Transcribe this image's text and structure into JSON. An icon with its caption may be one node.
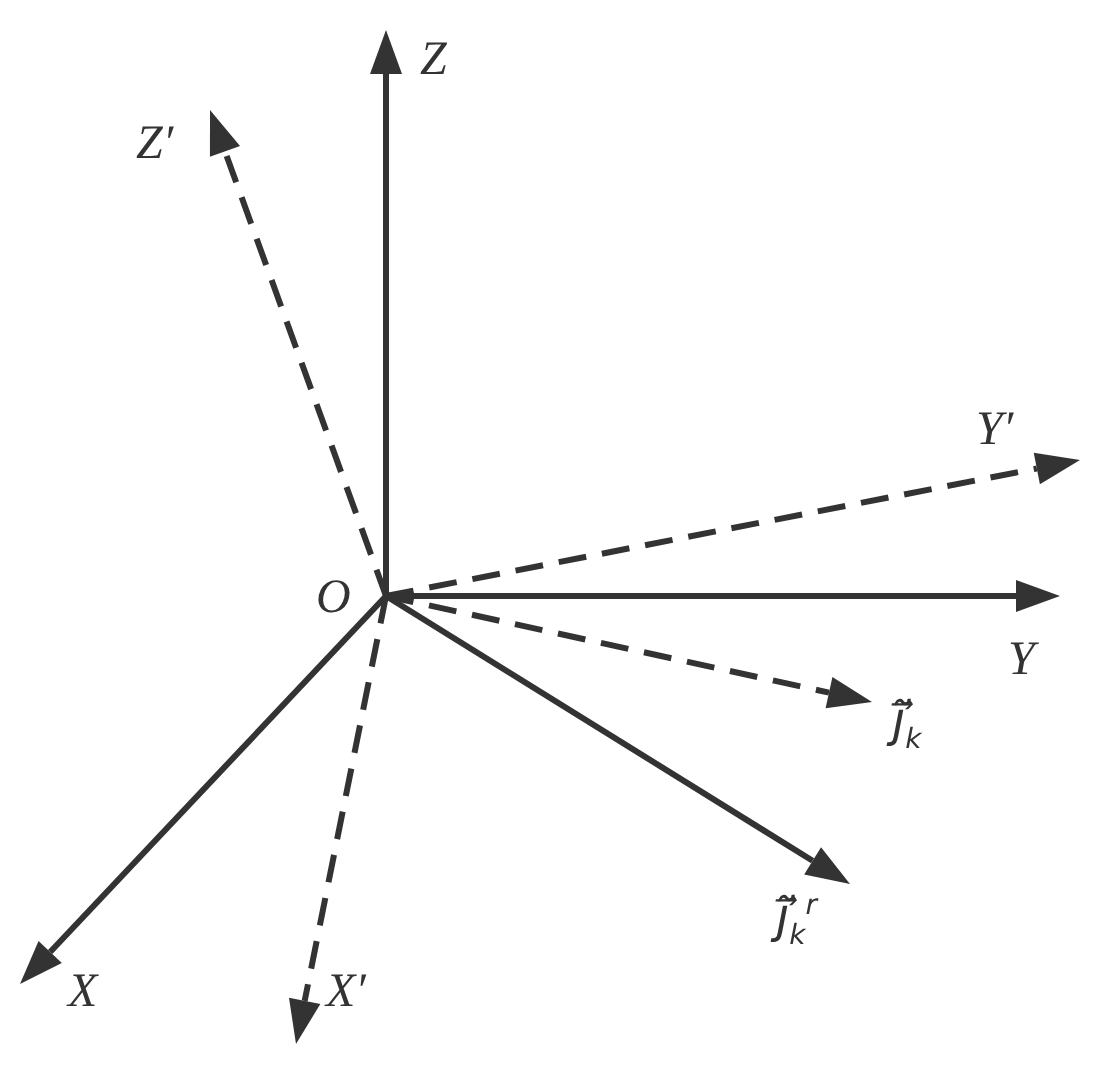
{
  "diagram": {
    "labels": [
      "Z",
      "Z′",
      "Y′",
      "O",
      "Y",
      "j⃗̃$_{k}$",
      "j⃗̃$_{k}$$^{r}$",
      "X",
      "X′"
    ]
  }
}
